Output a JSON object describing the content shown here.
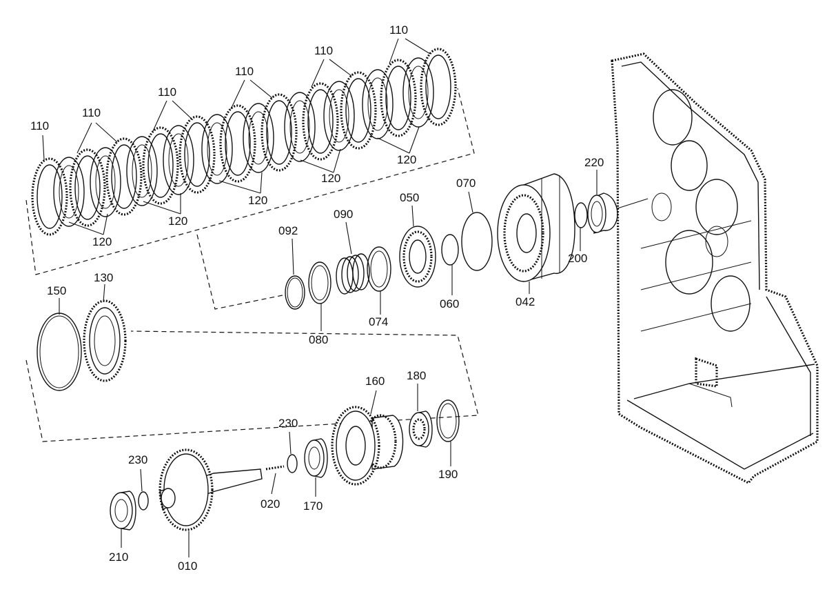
{
  "diagram": {
    "labels": {
      "p010": "010",
      "p020": "020",
      "p042": "042",
      "p050": "050",
      "p060": "060",
      "p070": "070",
      "p074": "074",
      "p080": "080",
      "p090": "090",
      "p092": "092",
      "p110": "110",
      "p120": "120",
      "p130": "130",
      "p150": "150",
      "p160": "160",
      "p170": "170",
      "p180": "180",
      "p190": "190",
      "p200": "200",
      "p210": "210",
      "p220": "220",
      "p230": "230"
    }
  }
}
